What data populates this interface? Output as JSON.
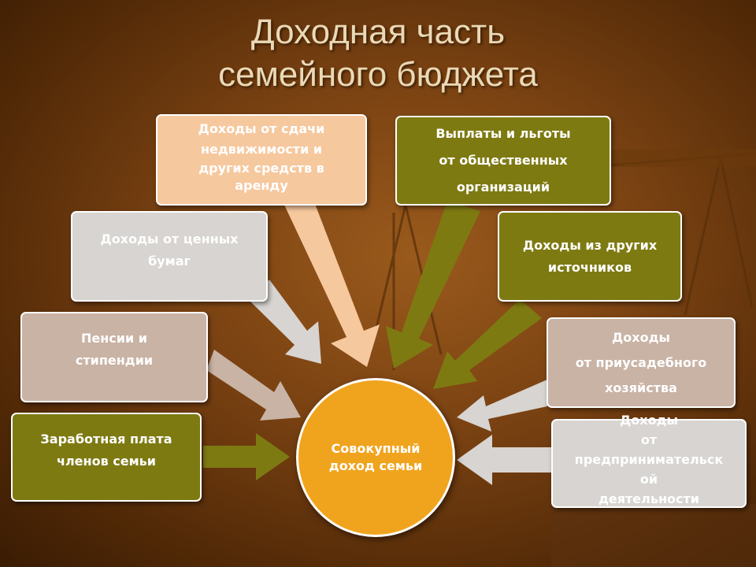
{
  "title": {
    "line1": "Доходная часть",
    "line2": "семейного бюджета"
  },
  "center": {
    "line1": "Совокупный",
    "line2": "доход семьи"
  },
  "sources": {
    "rent": [
      "Доходы от сдачи",
      "недвижимости и",
      "других средств в",
      "аренду"
    ],
    "benefits": [
      "Выплаты и льготы",
      "от общественных",
      "организаций"
    ],
    "securities": [
      "Доходы от ценных",
      "бумаг"
    ],
    "other": [
      "Доходы из других",
      "источников"
    ],
    "pensions": [
      "Пенсии и",
      "стипендии"
    ],
    "household": [
      "Доходы",
      "от приусадебного",
      "хозяйства"
    ],
    "salary": [
      "Заработная плата",
      "членов семьи"
    ],
    "business": [
      "Доходы",
      "от",
      "предпринимательск",
      "ой",
      "деятельности"
    ]
  },
  "colors": {
    "peach": "#f6c89e",
    "olive": "#7e7a12",
    "light": "#d7d4d1",
    "taupe": "#c9b3a5",
    "center": "#f0a41e"
  }
}
